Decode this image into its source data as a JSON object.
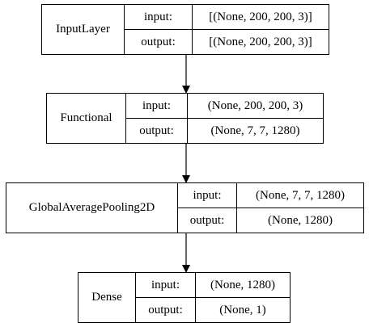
{
  "nodes": [
    {
      "name": "InputLayer",
      "input_label": "input:",
      "output_label": "output:",
      "input": "[(None, 200, 200, 3)]",
      "output": "[(None, 200, 200, 3)]"
    },
    {
      "name": "Functional",
      "input_label": "input:",
      "output_label": "output:",
      "input": "(None, 200, 200, 3)",
      "output": "(None, 7, 7, 1280)"
    },
    {
      "name": "GlobalAveragePooling2D",
      "input_label": "input:",
      "output_label": "output:",
      "input": "(None, 7, 7, 1280)",
      "output": "(None, 1280)"
    },
    {
      "name": "Dense",
      "input_label": "input:",
      "output_label": "output:",
      "input": "(None, 1280)",
      "output": "(None, 1)"
    }
  ]
}
